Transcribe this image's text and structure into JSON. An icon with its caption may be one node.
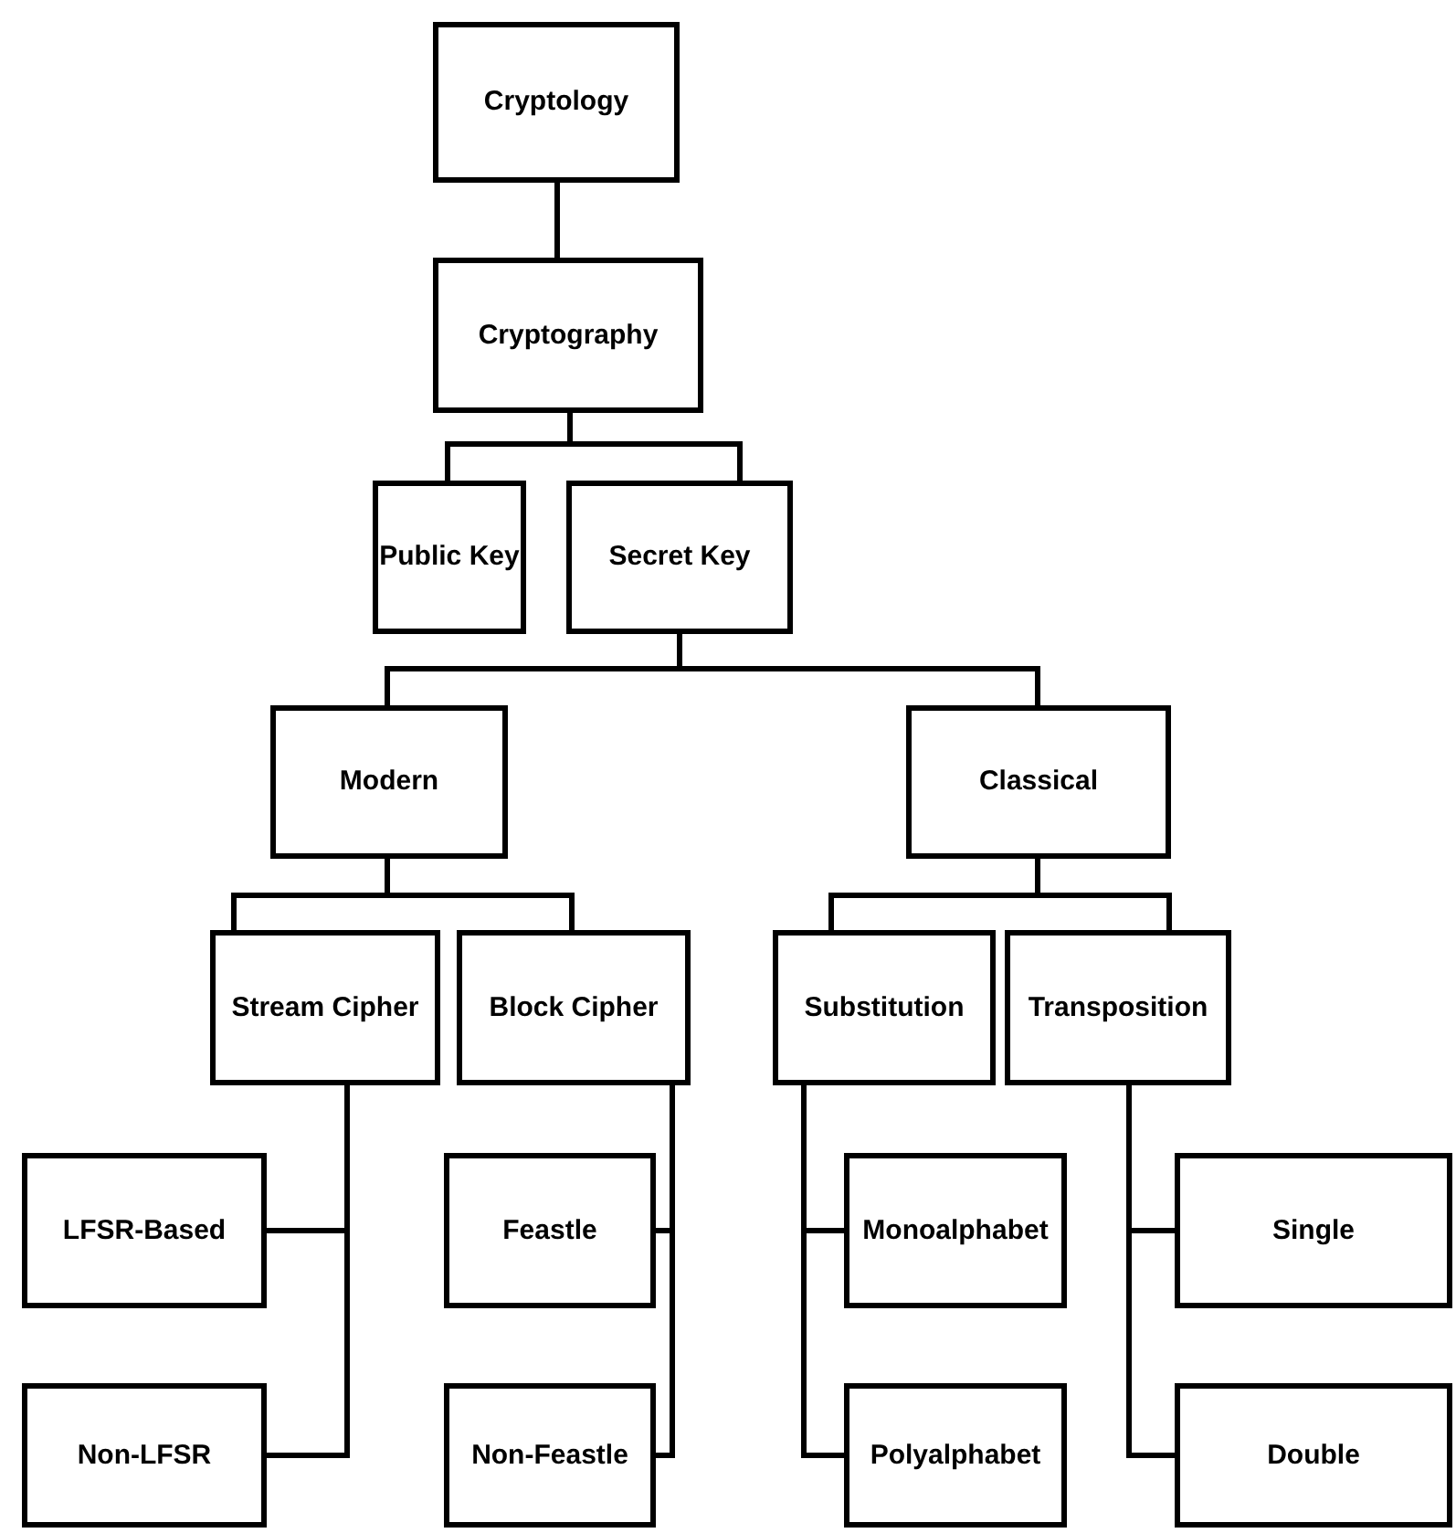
{
  "diagram": {
    "nodes": [
      {
        "text": [
          "Cryptology"
        ]
      },
      {
        "text": [
          "Cryptography"
        ]
      },
      {
        "text": [
          "Public Key"
        ]
      },
      {
        "text": [
          "Secret Key"
        ]
      },
      {
        "text": [
          "Modern"
        ]
      },
      {
        "text": [
          "Classical"
        ]
      },
      {
        "text": [
          "Stream Cipher"
        ]
      },
      {
        "text": [
          "Block Cipher"
        ]
      },
      {
        "text": [
          "Substitution"
        ]
      },
      {
        "text": [
          "Transposition"
        ]
      },
      {
        "text": [
          "LFSR-Based"
        ]
      },
      {
        "text": [
          "Feastle"
        ]
      },
      {
        "text": [
          "Monoalphabet"
        ]
      },
      {
        "text": [
          "Single"
        ]
      },
      {
        "text": [
          "Non-LFSR"
        ]
      },
      {
        "text": [
          "Non-Feastle"
        ]
      },
      {
        "text": [
          "Polyalphabet"
        ]
      },
      {
        "text": [
          "Double"
        ]
      }
    ],
    "edges": [
      {
        "from": 0,
        "to": 1,
        "arrow": "none"
      },
      {
        "from": 1,
        "to": 2,
        "arrow": "none"
      },
      {
        "from": 1,
        "to": 3,
        "arrow": "none"
      },
      {
        "from": 3,
        "to": 4,
        "arrow": "none"
      },
      {
        "from": 3,
        "to": 5,
        "arrow": "none"
      },
      {
        "from": 4,
        "to": 6,
        "arrow": "none"
      },
      {
        "from": 4,
        "to": 7,
        "arrow": "none"
      },
      {
        "from": 5,
        "to": 8,
        "arrow": "none"
      },
      {
        "from": 5,
        "to": 9,
        "arrow": "none"
      },
      {
        "from": 6,
        "to": 10,
        "arrow": "none"
      },
      {
        "from": 6,
        "to": 14,
        "arrow": "none"
      },
      {
        "from": 7,
        "to": 11,
        "arrow": "none"
      },
      {
        "from": 7,
        "to": 15,
        "arrow": "none"
      },
      {
        "from": 8,
        "to": 12,
        "arrow": "none"
      },
      {
        "from": 8,
        "to": 16,
        "arrow": "none"
      },
      {
        "from": 9,
        "to": 13,
        "arrow": "none"
      },
      {
        "from": 9,
        "to": 17,
        "arrow": "none"
      }
    ]
  }
}
